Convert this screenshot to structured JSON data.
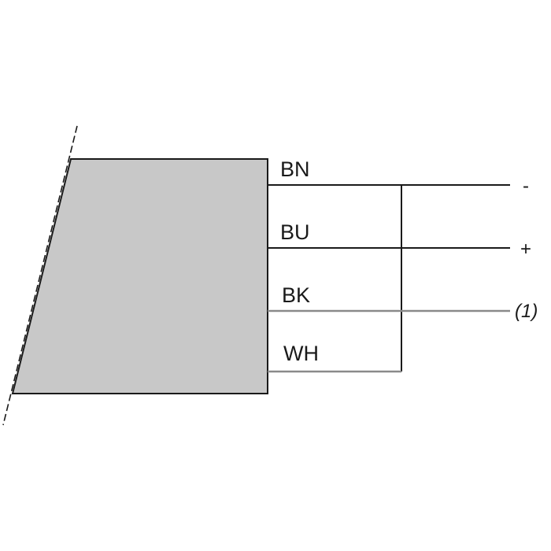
{
  "wires": {
    "bn": {
      "label": "BN"
    },
    "bu": {
      "label": "BU"
    },
    "bk": {
      "label": "BK"
    },
    "wh": {
      "label": "WH"
    }
  },
  "terminals": {
    "negative": "-",
    "positive": "+",
    "output": "(1)"
  },
  "colors": {
    "body_fill": "#c8c8c8",
    "line": "#1a1a1a",
    "signal_line": "#8a8a8a"
  }
}
